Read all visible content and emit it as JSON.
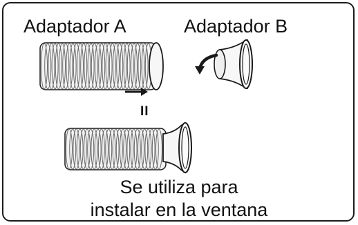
{
  "labels": {
    "adapter_a": "Adaptador A",
    "adapter_b": "Adaptador B",
    "equals_sign": "II",
    "caption_line1": "Se utiliza para",
    "caption_line2": "instalar en la ventana"
  },
  "colors": {
    "ink": "#1a1a1a",
    "hose_fill": "#f2f2f2",
    "ring_line": "#6a6a6a",
    "background": "#ffffff"
  },
  "icons": {
    "push_arrow": "right-arrow-icon",
    "rotate_arrow": "rotate-counterclockwise-icon"
  }
}
